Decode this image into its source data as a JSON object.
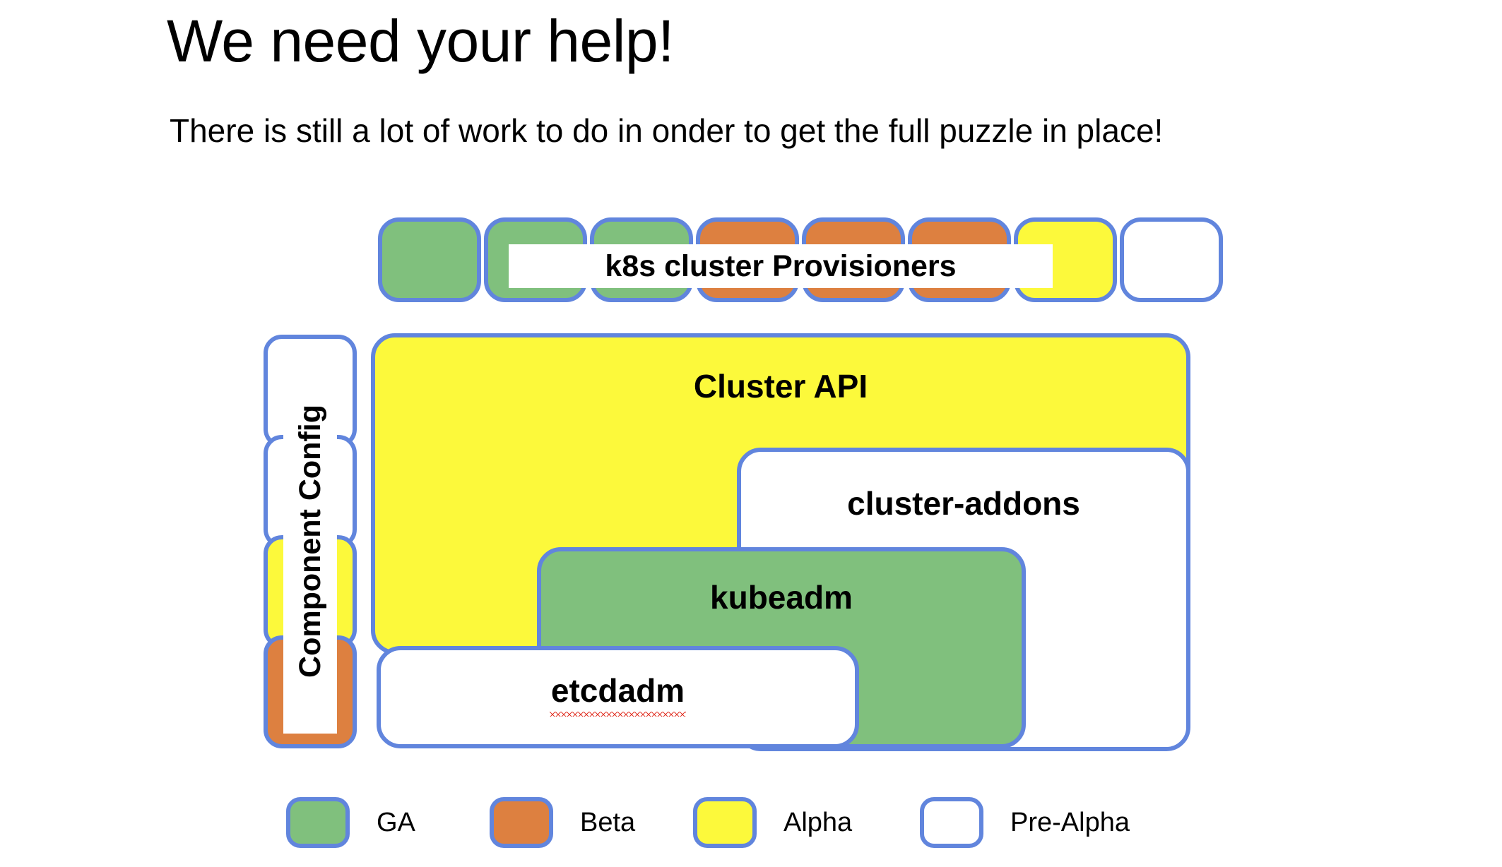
{
  "slide": {
    "title": "We need your help!",
    "subtitle": "There is still a lot of work to do in onder to get the full puzzle in place!"
  },
  "colors": {
    "ga": "#80C07D",
    "beta": "#DD8040",
    "alpha": "#FCF93B",
    "pre_alpha": "#FFFFFF",
    "border": "#6185DD",
    "spellcheck_underline": "#E23B2E",
    "text": "#000000",
    "background": "#FFFFFF"
  },
  "provisioners": {
    "label": "k8s cluster Provisioners",
    "boxes": [
      {
        "status": "GA",
        "fill": "ga"
      },
      {
        "status": "GA",
        "fill": "ga"
      },
      {
        "status": "GA",
        "fill": "ga"
      },
      {
        "status": "Beta",
        "fill": "beta"
      },
      {
        "status": "Beta",
        "fill": "beta"
      },
      {
        "status": "Beta",
        "fill": "beta"
      },
      {
        "status": "Alpha",
        "fill": "alpha"
      },
      {
        "status": "Pre-Alpha",
        "fill": "prealpha"
      }
    ]
  },
  "component_config": {
    "label": "Component Config",
    "boxes": [
      {
        "status": "Pre-Alpha",
        "fill": "prealpha"
      },
      {
        "status": "Pre-Alpha",
        "fill": "prealpha"
      },
      {
        "status": "Alpha",
        "fill": "alpha"
      },
      {
        "status": "Beta",
        "fill": "beta"
      }
    ]
  },
  "nodes": {
    "cluster_api": {
      "label": "Cluster API",
      "status": "Alpha",
      "fill": "alpha"
    },
    "cluster_addons": {
      "label": "cluster-addons",
      "status": "Pre-Alpha",
      "fill": "prealpha"
    },
    "kubeadm": {
      "label": "kubeadm",
      "status": "GA",
      "fill": "ga"
    },
    "etcdadm": {
      "label": "etcdadm",
      "status": "Pre-Alpha",
      "fill": "prealpha",
      "misspelled": true
    }
  },
  "legend": {
    "items": [
      {
        "label": "GA",
        "fill": "ga"
      },
      {
        "label": "Beta",
        "fill": "beta"
      },
      {
        "label": "Alpha",
        "fill": "alpha"
      },
      {
        "label": "Pre-Alpha",
        "fill": "prealpha"
      }
    ]
  }
}
